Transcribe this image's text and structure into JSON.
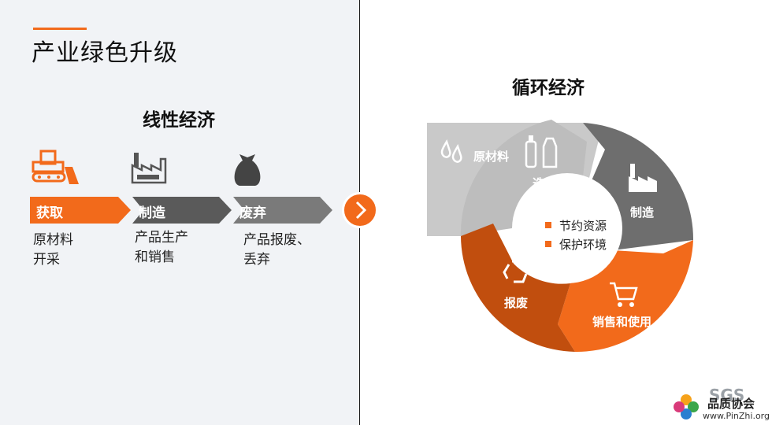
{
  "page_title": "产业绿色升级",
  "linear": {
    "title": "线性经济",
    "steps": [
      {
        "label": "获取",
        "desc": "原材料\n开采",
        "icon": "bulldozer-icon"
      },
      {
        "label": "制造",
        "desc": "产品生产\n和销售",
        "icon": "factory-icon"
      },
      {
        "label": "废弃",
        "desc": "产品报废、\n丢弃",
        "icon": "trash-bag-icon"
      }
    ]
  },
  "circular": {
    "title": "循环经济",
    "segments": {
      "raw_material": "原材料",
      "selection": "选材",
      "manufacturing": "制造",
      "sales_use": "销售和使用",
      "scrap": "报废"
    },
    "center_items": [
      "节约资源",
      "保护环境"
    ]
  },
  "watermark": {
    "brand": "SGS",
    "org": "品质协会",
    "url": "www.PinZhi.org"
  },
  "colors": {
    "orange": "#f26a1b",
    "dark_orange": "#c14e0e",
    "dark_gray": "#5a5a5a",
    "mid_gray": "#7a7a7a",
    "light_gray": "#bfbfbf"
  }
}
